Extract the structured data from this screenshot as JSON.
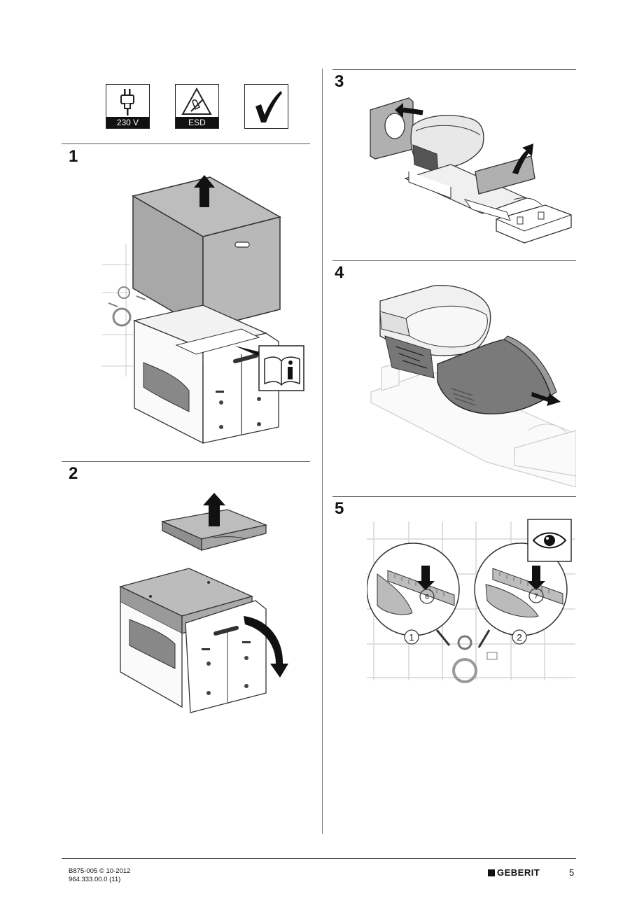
{
  "pictograms": [
    {
      "icon": "plug-icon",
      "label": "230 V"
    },
    {
      "icon": "esd-icon",
      "label": "ESD"
    },
    {
      "icon": "checkmark-icon",
      "label": ""
    }
  ],
  "steps": [
    {
      "number": "1"
    },
    {
      "number": "2"
    },
    {
      "number": "3"
    },
    {
      "number": "4"
    },
    {
      "number": "5"
    }
  ],
  "step5": {
    "callouts": [
      "1",
      "2"
    ],
    "scale_marks": [
      "6",
      "7"
    ]
  },
  "footer": {
    "doc_code": "B875-005 © 10-2012",
    "article_no": "964.333.00.0 (11)",
    "brand": "GEBERIT",
    "page_number": "5"
  }
}
